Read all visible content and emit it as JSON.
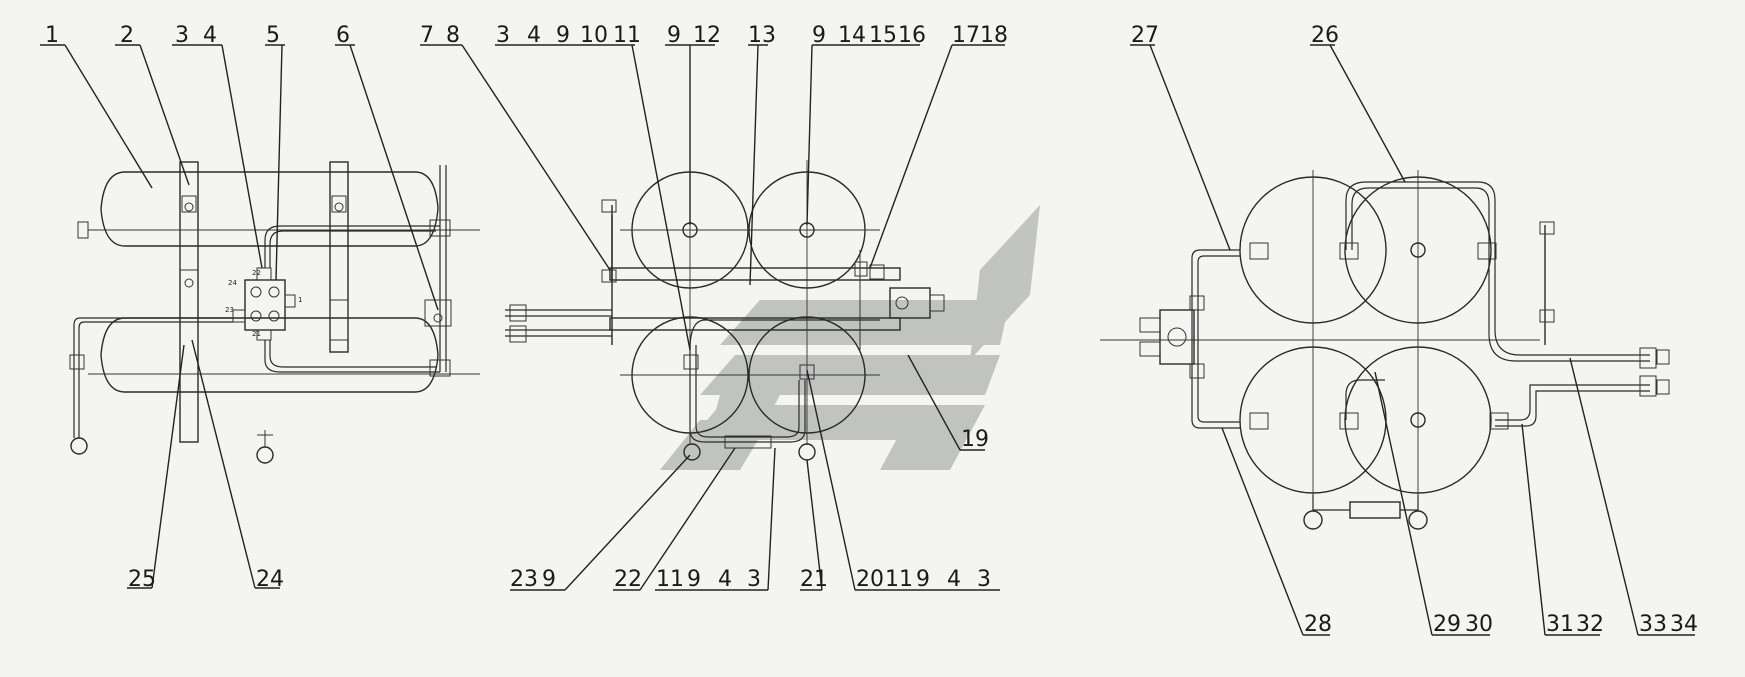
{
  "callouts": {
    "c1": "1",
    "c2": "2",
    "c3": "3",
    "c4": "4",
    "c5": "5",
    "c6": "6",
    "c7": "7",
    "c8": "8",
    "c9a": "3",
    "c9b": "4",
    "c9c": "9",
    "c9d": "10",
    "c9e": "11",
    "c12a": "9",
    "c12b": "12",
    "c13": "13",
    "c14a": "9",
    "c14b": "14",
    "c14c": "15",
    "c14d": "16",
    "c17a": "17",
    "c17b": "18",
    "c19": "19",
    "c20a": "20",
    "c20b": "11",
    "c20c": "9",
    "c20d": "4",
    "c20e": "3",
    "c21": "21",
    "c22": "22",
    "c23a": "23",
    "c23b": "9",
    "c24": "24",
    "c25": "25",
    "c26": "26",
    "c27": "27",
    "c28": "28",
    "c29a": "29",
    "c29b": "30",
    "c31a": "31",
    "c31b": "32",
    "c33a": "33",
    "c33b": "34",
    "c11m": "11",
    "c9m": "9",
    "c4m": "4",
    "c3m": "3"
  },
  "port_marks": {
    "p24": "24",
    "p22": "22",
    "p23": "23",
    "p21": "21",
    "p1": "1"
  },
  "colors": {
    "line": "#2a2a2a",
    "watermark": "#b9bbb8",
    "background": "#f4f4f2"
  }
}
